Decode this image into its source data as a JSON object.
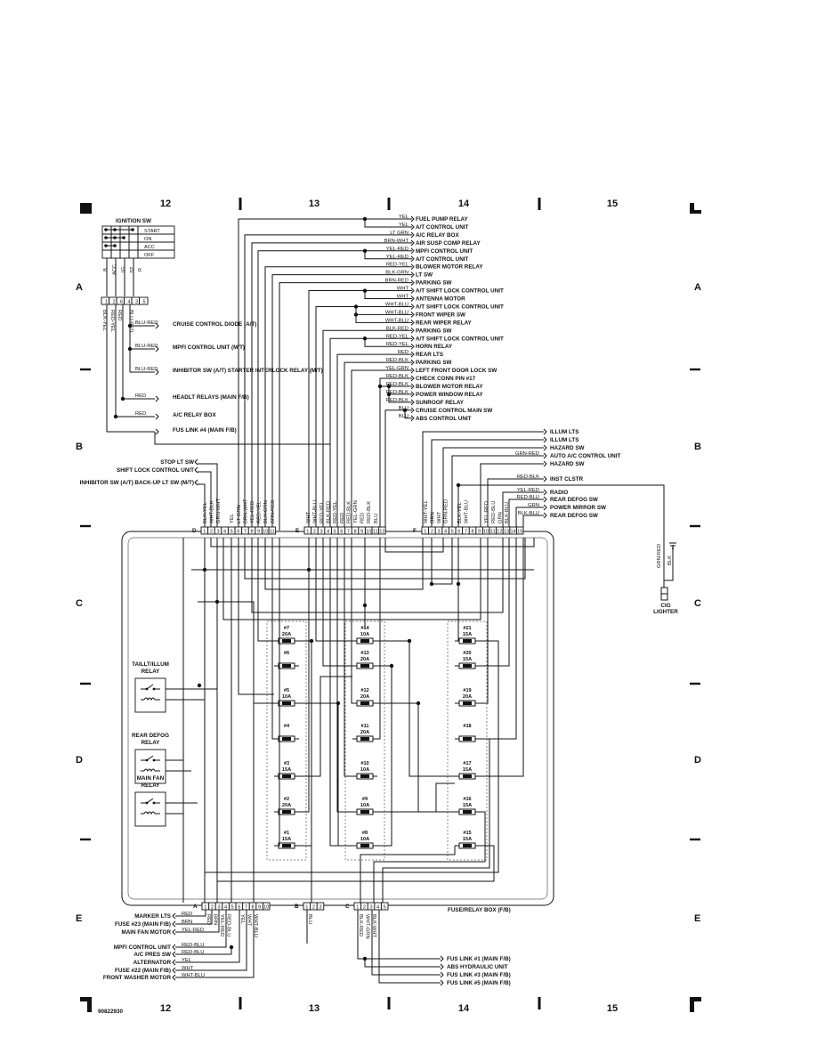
{
  "grid": {
    "columns": [
      "12",
      "13",
      "14",
      "15"
    ],
    "rows": [
      "A",
      "B",
      "C",
      "D",
      "E"
    ]
  },
  "ignition": {
    "title": "IGNITION SW",
    "positions": [
      "START",
      "ON",
      "ACC",
      "OFF"
    ],
    "terminals": [
      "B",
      "ACC",
      "IG",
      "ST",
      "R"
    ],
    "pins": [
      "1",
      "2",
      "6",
      "4",
      "3",
      "5"
    ],
    "wires": [
      "BLK-YEL",
      "RED-YEL",
      "RED",
      "BLU-RED"
    ]
  },
  "left_loads": [
    {
      "wire": "BLU-RED",
      "label": "CRUISE CONTROL DIODE (A/T)"
    },
    {
      "wire": "BLU-RED",
      "label": "MPFI CONTROL UNIT (M/T)"
    },
    {
      "wire": "BLU-RED",
      "label": "INHIBITOR SW (A/T) STARTER INTERLOCK RELAY (M/T)"
    },
    {
      "wire": "RED",
      "label": "HEADLT RELAYS (MAIN F/B)"
    },
    {
      "wire": "RED",
      "label": "A/C RELAY BOX"
    },
    {
      "wire": "",
      "label": "FUS LINK #4 (MAIN F/B)"
    }
  ],
  "left_side_loads": [
    {
      "label": "STOP LT SW"
    },
    {
      "label": "SHIFT LOCK CONTROL UNIT"
    },
    {
      "label": "INHIBITOR SW (A/T) BACK-UP LT SW (M/T)"
    }
  ],
  "right_loads": [
    {
      "wire": "YEL",
      "label": "FUEL PUMP RELAY"
    },
    {
      "wire": "YEL",
      "label": "A/T CONTROL UNIT"
    },
    {
      "wire": "LT GRN",
      "label": "A/C RELAY BOX"
    },
    {
      "wire": "BRN-WHT",
      "label": "AIR SUSP COMP RELAY"
    },
    {
      "wire": "YEL-RED",
      "label": "MPFI CONTROL UNIT"
    },
    {
      "wire": "YEL-RED",
      "label": "A/T CONTROL UNIT"
    },
    {
      "wire": "RED-YEL",
      "label": "BLOWER MOTOR RELAY"
    },
    {
      "wire": "BLK-GRN",
      "label": "LT SW"
    },
    {
      "wire": "BRN-RED",
      "label": "PARKING SW"
    },
    {
      "wire": "WHT",
      "label": "A/T SHIFT LOCK CONTROL UNIT"
    },
    {
      "wire": "WHT",
      "label": "ANTENNA MOTOR"
    },
    {
      "wire": "WHT-BLU",
      "label": "A/T SHIFT LOCK CONTROL UNIT"
    },
    {
      "wire": "WHT-BLU",
      "label": "FRONT WIPER SW"
    },
    {
      "wire": "WHT-BLU",
      "label": "REAR WIPER RELAY"
    },
    {
      "wire": "BLK-RED",
      "label": "PARKING SW"
    },
    {
      "wire": "RED-YEL",
      "label": "A/T SHIFT LOCK CONTROL UNIT"
    },
    {
      "wire": "RED-YEL",
      "label": "HORN RELAY"
    },
    {
      "wire": "RED",
      "label": "REAR LTS"
    },
    {
      "wire": "RED-BLK",
      "label": "PARKING SW"
    },
    {
      "wire": "YEL-GRN",
      "label": "LEFT FRONT DOOR LOCK SW"
    },
    {
      "wire": "RED-BLK",
      "label": "CHECK CONN PIN #17"
    },
    {
      "wire": "RED-BLK",
      "label": "BLOWER MOTOR RELAY"
    },
    {
      "wire": "RED-BLK",
      "label": "POWER WINDOW RELAY"
    },
    {
      "wire": "RED-BLK",
      "label": "SUNROOF RELAY"
    },
    {
      "wire": "BLU",
      "label": "CRUISE CONTROL MAIN SW"
    },
    {
      "wire": "BLU",
      "label": "ABS CONTROL UNIT"
    }
  ],
  "right_loads_2": [
    {
      "wire": "",
      "label": "ILLUM LTS"
    },
    {
      "wire": "",
      "label": "ILLUM LTS"
    },
    {
      "wire": "",
      "label": "HAZARD SW"
    },
    {
      "wire": "GRN-RED",
      "label": "AUTO A/C CONTROL UNIT"
    },
    {
      "wire": "",
      "label": "HAZARD SW"
    },
    {
      "wire": "RED-BLK",
      "label": "INST CLSTR"
    },
    {
      "wire": "YEL-RED",
      "label": "RADIO"
    },
    {
      "wire": "RED-BLU",
      "label": "REAR DEFOG SW"
    },
    {
      "wire": "GRN",
      "label": "POWER MIRROR SW"
    },
    {
      "wire": "BLK-BLU",
      "label": "REAR DEFOG SW"
    }
  ],
  "connectors": {
    "D": {
      "name": "D",
      "pins": [
        "1",
        "2",
        "3",
        "4",
        "5",
        "6",
        "7",
        "8",
        "9",
        "10",
        "11"
      ],
      "wires": [
        "BLK-YEL",
        "WHT-BLK",
        "GRN-WHT",
        "",
        "YEL",
        "LT GRN",
        "BRN-WHT",
        "YEL-RED",
        "RED-YEL",
        "BLK-GRN",
        "BRN-RED"
      ]
    },
    "E": {
      "name": "E",
      "pins": [
        "1",
        "2",
        "3",
        "4",
        "5",
        "6",
        "7",
        "8",
        "9",
        "10",
        "11",
        "12"
      ],
      "wires": [
        "WHT",
        "WHT-BLU",
        "RED-YEL",
        "BLK-RED",
        "RED-YEL",
        "RED",
        "RED-BLK",
        "YEL-GRN",
        "RED",
        "RED-BLK",
        "BLU",
        ""
      ]
    },
    "F": {
      "name": "F",
      "pins": [
        "1",
        "2",
        "3",
        "4",
        "5",
        "6",
        "7",
        "8",
        "9",
        "10",
        "11",
        "12",
        "13",
        "14",
        "15"
      ],
      "wires": [
        "WHT-YEL",
        "GRN",
        "WHT",
        "GRN-RED",
        "",
        "BLK-YEL",
        "WHT-BLU",
        "",
        "",
        "YEL-RED",
        "RED-BLU",
        "GRN",
        "BLK-BLU",
        "",
        ""
      ]
    },
    "A": {
      "name": "A",
      "pins": [
        "1",
        "2",
        "3",
        "4",
        "5",
        "6",
        "7",
        "8",
        "9",
        "10"
      ],
      "wires": [
        "RED",
        "BRN",
        "YEL-RED",
        "RED-BLU",
        "",
        "YEL",
        "WHT",
        "WHT-BLU",
        "",
        ""
      ]
    },
    "B": {
      "name": "B",
      "pins": [
        "1",
        "2",
        "3"
      ],
      "wires": [
        "BLU",
        "",
        ""
      ]
    },
    "C": {
      "name": "C",
      "pins": [
        "1",
        "2",
        "3",
        "4",
        "5"
      ],
      "wires": [
        "BLK-RED",
        "WHT-GRN",
        "BLK-WHT",
        "",
        ""
      ]
    }
  },
  "fuses_left": [
    {
      "num": "#7",
      "amp": "20A"
    },
    {
      "num": "#6",
      "amp": ""
    },
    {
      "num": "#5",
      "amp": "10A"
    },
    {
      "num": "#4",
      "amp": ""
    },
    {
      "num": "#3",
      "amp": "15A"
    },
    {
      "num": "#2",
      "amp": "20A"
    },
    {
      "num": "#1",
      "amp": "15A"
    }
  ],
  "fuses_mid": [
    {
      "num": "#14",
      "amp": "10A"
    },
    {
      "num": "#13",
      "amp": "20A"
    },
    {
      "num": "#12",
      "amp": "20A"
    },
    {
      "num": "#11",
      "amp": "20A"
    },
    {
      "num": "#10",
      "amp": "10A"
    },
    {
      "num": "#9",
      "amp": "10A"
    },
    {
      "num": "#8",
      "amp": "10A"
    }
  ],
  "fuses_right": [
    {
      "num": "#21",
      "amp": "15A"
    },
    {
      "num": "#20",
      "amp": "15A"
    },
    {
      "num": "#19",
      "amp": "20A"
    },
    {
      "num": "#18",
      "amp": ""
    },
    {
      "num": "#17",
      "amp": "15A"
    },
    {
      "num": "#16",
      "amp": "15A"
    },
    {
      "num": "#15",
      "amp": "15A"
    }
  ],
  "relays": [
    "TAILLT/ILLUM RELAY",
    "REAR DEFOG RELAY",
    "MAIN FAN RELAY"
  ],
  "fuse_box_label": "FUSE/RELAY BOX (F/B)",
  "bottom_left_loads": [
    {
      "wire": "RED",
      "label": "MARKER LTS"
    },
    {
      "wire": "BRN",
      "label": "FUSE #23 (MAIN F/B)"
    },
    {
      "wire": "YEL-RED",
      "label": "MAIN FAN MOTOR"
    },
    {
      "wire": "RED-BLU",
      "label": "MPFI CONTROL UNIT"
    },
    {
      "wire": "RED-BLU",
      "label": "A/C PRES SW"
    },
    {
      "wire": "YEL",
      "label": "ALTERNATOR"
    },
    {
      "wire": "WHT",
      "label": "FUSE #22 (MAIN F/B)"
    },
    {
      "wire": "WHT-BLU",
      "label": "FRONT WASHER MOTOR"
    }
  ],
  "bottom_right_loads": [
    {
      "label": "FUS LINK #1 (MAIN F/B)"
    },
    {
      "label": "ABS HYDRAULIC UNIT"
    },
    {
      "label": "FUS LINK #3 (MAIN F/B)"
    },
    {
      "label": "FUS LINK #5 (MAIN F/B)"
    }
  ],
  "lighter": {
    "label": "CIG LIGHTER",
    "wires": [
      "GRN-RED",
      "BLK"
    ]
  },
  "figure_id": "90822930"
}
